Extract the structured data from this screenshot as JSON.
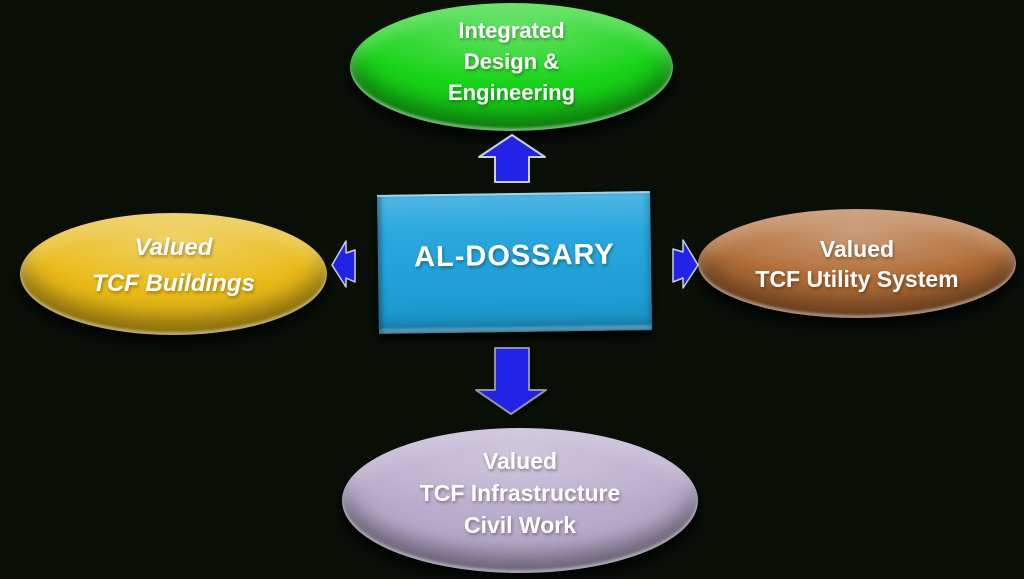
{
  "canvas": {
    "background": "#0a0f08"
  },
  "center": {
    "label": "AL-DOSSARY",
    "fill": "#1fa3dc"
  },
  "nodes": {
    "top": {
      "lines": [
        "Integrated",
        "Design &",
        "Engineering"
      ],
      "fill": "#17d317"
    },
    "left": {
      "lines": [
        "Valued",
        "TCF Buildings"
      ],
      "fill": "#e9ba17"
    },
    "right": {
      "lines": [
        "Valued",
        "TCF Utility System"
      ],
      "fill": "#b06b35"
    },
    "bottom": {
      "lines": [
        "Valued",
        "TCF Infrastructure",
        "Civil Work"
      ],
      "fill": "#b7aacb"
    }
  },
  "arrows": {
    "fill": "#2323e8",
    "light_edge": "#cdd1de",
    "dark_edge": "#8e93a3",
    "directions": [
      "up",
      "down",
      "left",
      "right"
    ]
  }
}
